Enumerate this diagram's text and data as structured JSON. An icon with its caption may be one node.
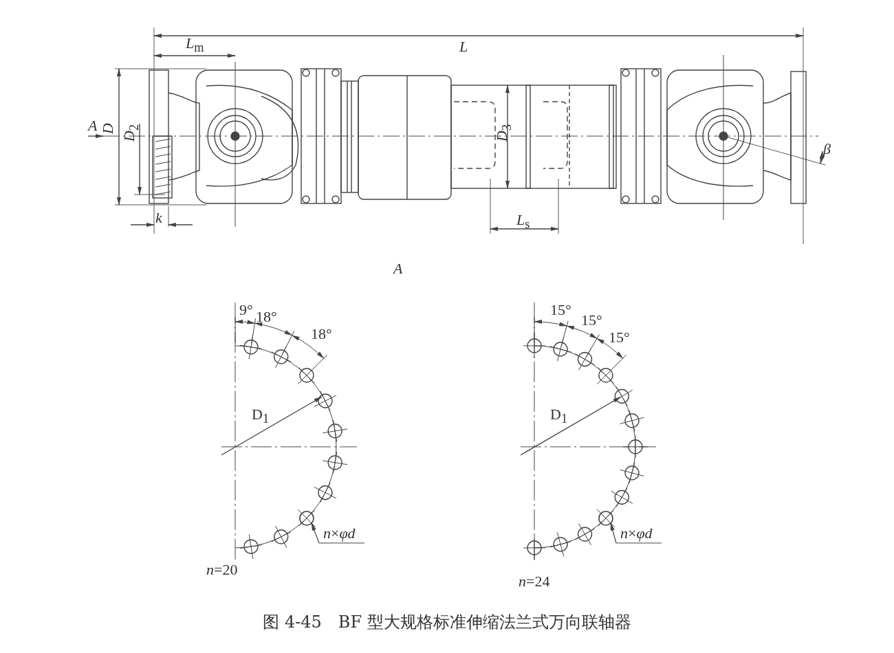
{
  "diagram": {
    "caption": "图 4-45　BF 型大规格标准伸缩法兰式万向联轴器",
    "nodes": [
      {
        "text": [
          "*n*×*φd*"
        ]
      },
      {
        "text": [],
        "shape": "circle"
      },
      {
        "text": [
          "*n*×*φd*"
        ]
      },
      {
        "text": [],
        "shape": "circle"
      }
    ],
    "edges": [
      {
        "from": 0,
        "to": 1,
        "arrow": "to"
      },
      {
        "from": 2,
        "to": 3,
        "arrow": "to"
      }
    ],
    "labels": [
      "L",
      "*L*$_{m}$",
      "A",
      "D",
      "*D*$_{2}$",
      "*D*$_{3}$",
      "β",
      "k",
      "*L*$_{s}$",
      "A",
      "9°",
      "18°",
      "18°",
      "D$_{1}$",
      "*n*=20",
      "15°",
      "15°",
      "15°",
      "D$_{1}$",
      "*n*=24"
    ]
  }
}
